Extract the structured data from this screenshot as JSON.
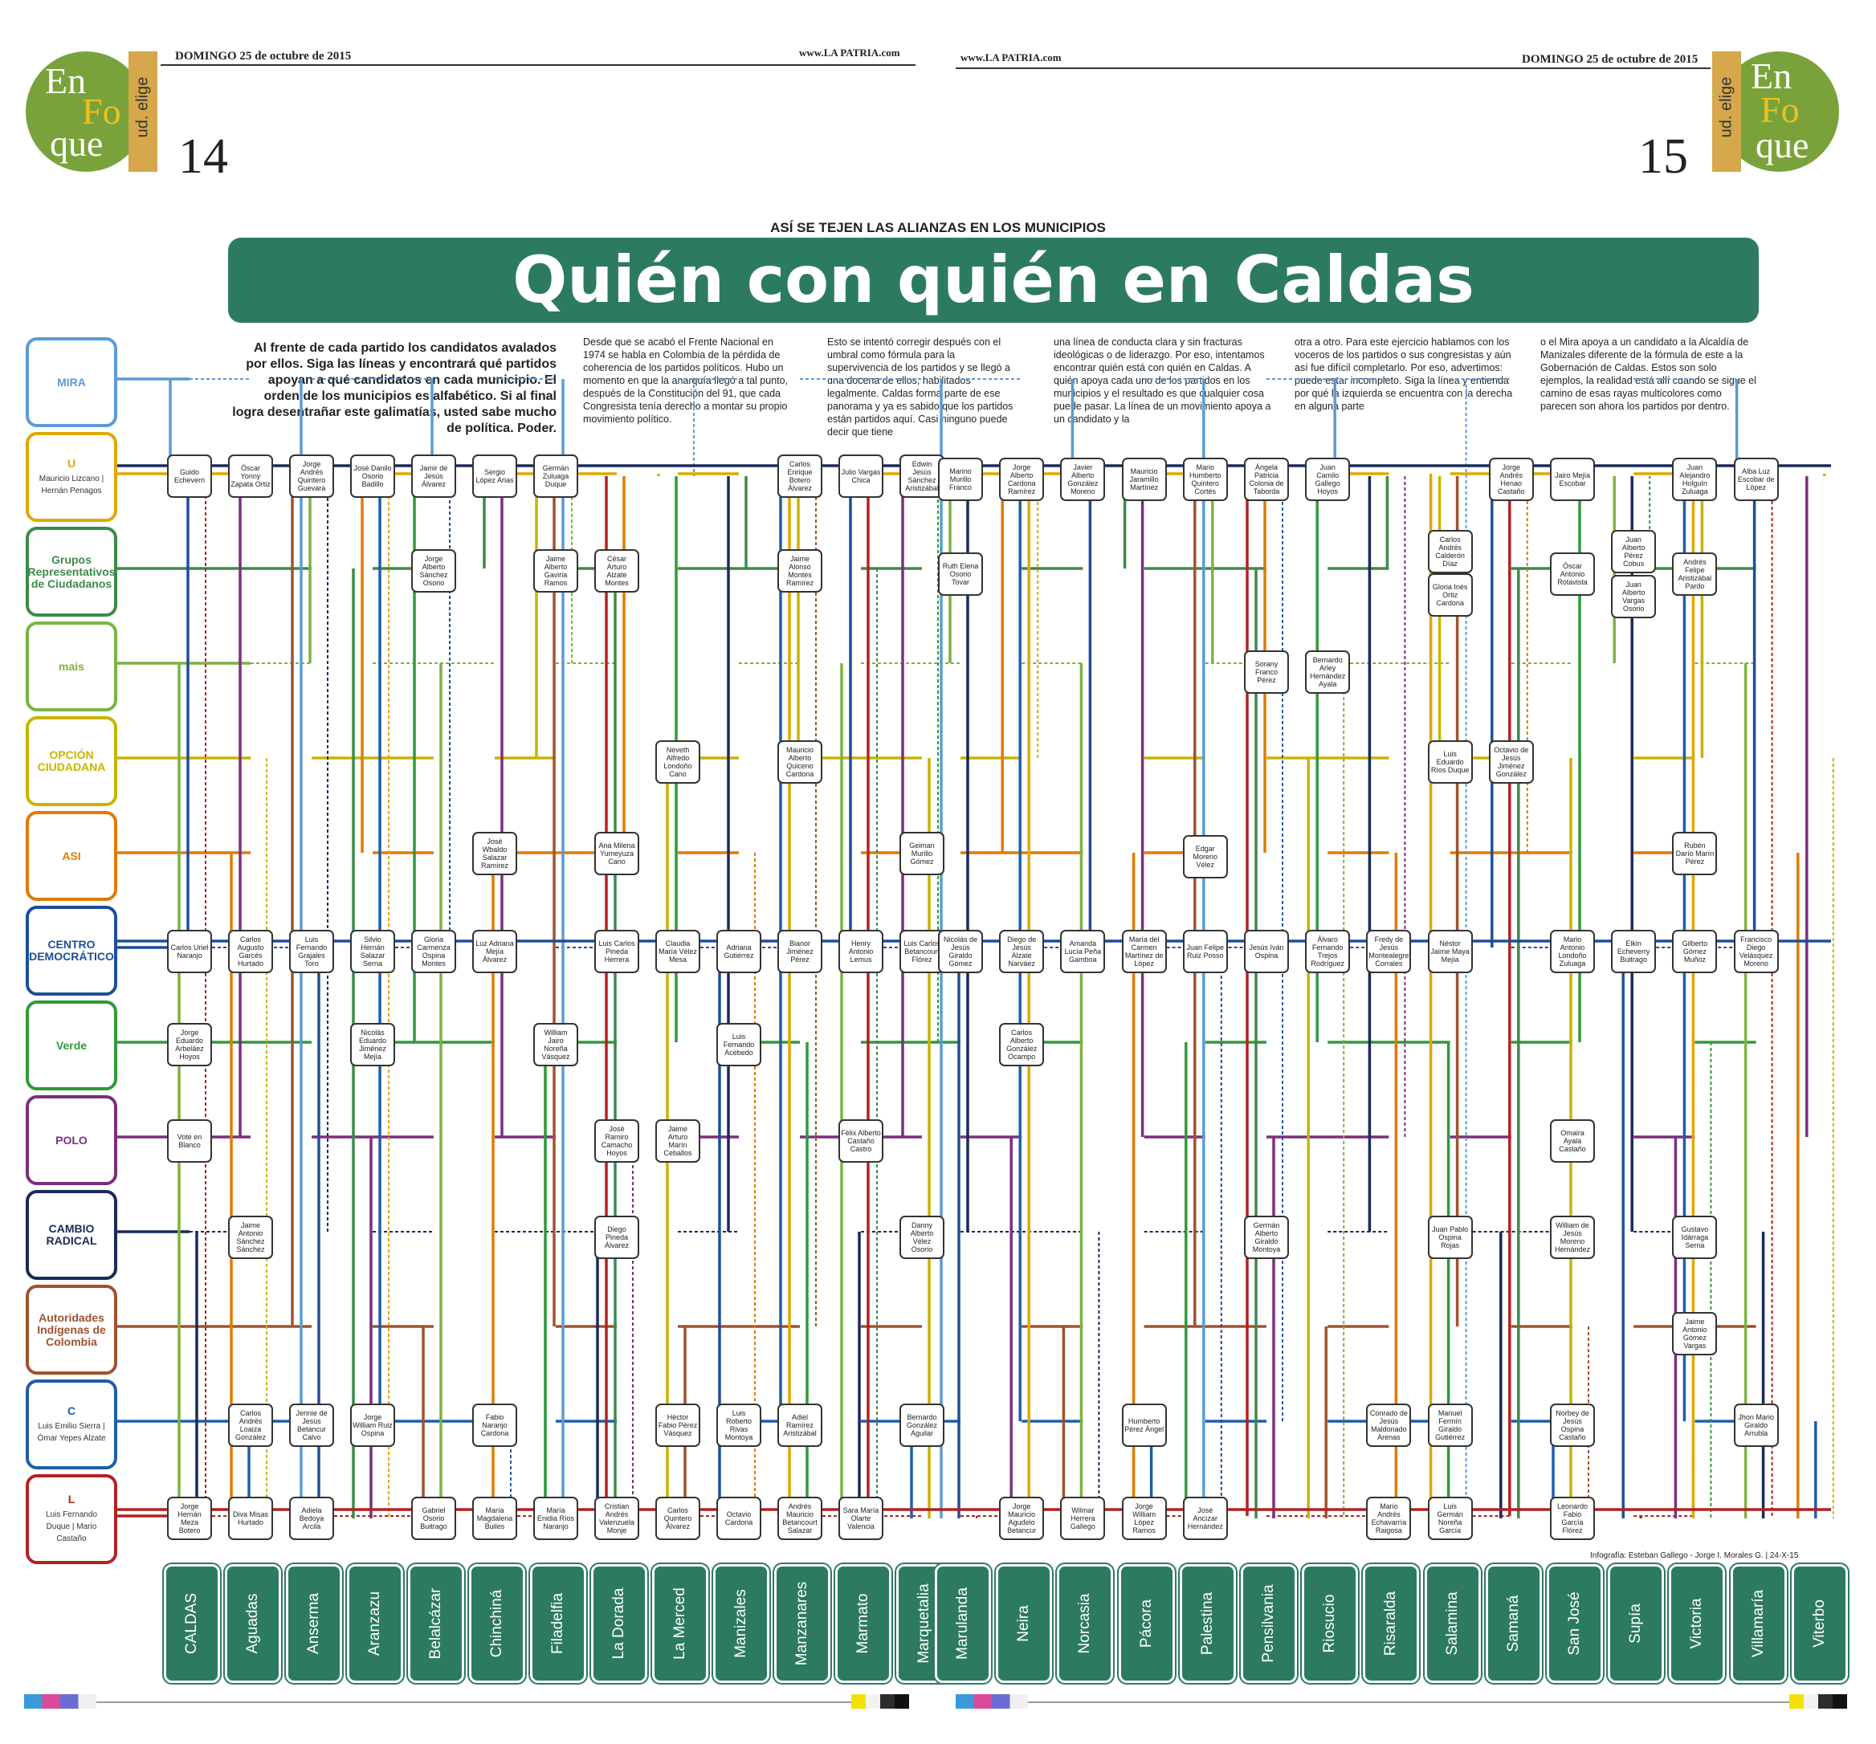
{
  "header": {
    "left_date": "DOMINGO 25 de octubre de 2015",
    "left_site": "www.LA PATRIA.com",
    "right_site": "www.LA PATRIA.com",
    "right_date": "DOMINGO 25 de octubre de 2015",
    "left_page": "14",
    "right_page": "15",
    "badge_line1": "En",
    "badge_line2": "Fo",
    "badge_line3": "que",
    "badge_side": "ud. elige"
  },
  "kicker": "ASÍ SE TEJEN LAS ALIANZAS EN LOS MUNICIPIOS",
  "headline": "Quién con quién en Caldas",
  "intro": "Al frente de cada partido los candidatos avalados por ellos. Siga las líneas y encontrará qué partidos apoyan a qué candidatos en cada municipio. El orden de los municipios es alfabético. Si al final logra desentrañar este galimatías, usted sabe mucho de política. Poder.",
  "columns": [
    "Desde que se acabó el Frente Nacional en 1974 se habla en Colombia de la pérdida de coherencia de los partidos políticos. Hubo un momento en que la anarquía llegó a tal punto, después de la Constitución del 91, que cada Congresista tenía derecho a montar su propio movimiento político.",
    "Esto se intentó corregir después con el umbral como fórmula para la supervivencia de los partidos y se llegó a una docena de ellos, habilitados legalmente. Caldas forma parte de ese panorama y ya es sabido que los partidos están partidos aquí. Casi ninguno puede decir que tiene",
    "una línea de conducta clara y sin fracturas ideológicas o de liderazgo. Por eso, intentamos encontrar quién está con quién en Caldas. A quién apoya cada uno de los partidos en los municipios y el resultado es que cualquier cosa puede pasar. La línea de un movimiento apoya a un candidato y la",
    "otra a otro. Para este ejercicio hablamos con los voceros de los partidos o sus congresistas y aún así fue difícil completarlo. Por eso, advertimos: puede estar incompleto. Siga la línea y entienda por qué la izquierda se encuentra con la derecha en alguna parte",
    "o el Mira apoya a un candidato a la Alcaldía de Manizales diferente de la fórmula de este a la Gobernación de Caldas. Estos son solo ejemplos, la realidad está allí cuando se sigue el camino de esas rayas multicolores como parecen son ahora los partidos por dentro."
  ],
  "parties": [
    {
      "id": "mira",
      "label": "MIRA",
      "color": "#5b9bd5"
    },
    {
      "id": "u",
      "label": "U",
      "sub": "Mauricio Lizcano | Hernán Penagos",
      "color": "#e0a800"
    },
    {
      "id": "grupos",
      "label": "Grupos Representativos de Ciudadanos",
      "color": "#3d8a4a"
    },
    {
      "id": "mais",
      "label": "mais",
      "color": "#7cb342"
    },
    {
      "id": "opcion",
      "label": "OPCIÓN CIUDADANA",
      "color": "#c8b400"
    },
    {
      "id": "asi",
      "label": "ASI",
      "color": "#e07b00"
    },
    {
      "id": "centro",
      "label": "CENTRO DEMOCRÁTICO",
      "color": "#1f4e9a"
    },
    {
      "id": "verde",
      "label": "Verde",
      "color": "#2e9a3a"
    },
    {
      "id": "polo",
      "label": "POLO",
      "color": "#7b2f7f"
    },
    {
      "id": "cambio",
      "label": "CAMBIO RADICAL",
      "color": "#1a2a5a"
    },
    {
      "id": "aico",
      "label": "Autoridades Indígenas de Colombia",
      "color": "#a0522d"
    },
    {
      "id": "conservador",
      "label": "C",
      "sub": "Luis Emilio Sierra | Ómar Yepes Alzate",
      "color": "#1e5fa8"
    },
    {
      "id": "liberal",
      "label": "L",
      "sub": "Luis Fernando Duque | Mario Castaño",
      "color": "#b22222"
    }
  ],
  "municipios": [
    "CALDAS",
    "Aguadas",
    "Anserma",
    "Aranzazu",
    "Belalcázar",
    "Chinchiná",
    "Filadelfia",
    "La Dorada",
    "La Merced",
    "Manizales",
    "Manzanares",
    "Marmato",
    "Marquetalia",
    "Marulanda",
    "Neira",
    "Norcasia",
    "Pácora",
    "Palestina",
    "Pensilvania",
    "Riosucio",
    "Risaralda",
    "Salamina",
    "Samaná",
    "San José",
    "Supía",
    "Victoria",
    "Villamaría",
    "Viterbo"
  ],
  "candidates": [
    {
      "n": "Guido Echeverri"
    },
    {
      "n": "Óscar Yonny Zapata Ortiz"
    },
    {
      "n": "Jorge Andrés Quintero Guevara"
    },
    {
      "n": "José Danilo Osorio Badillo"
    },
    {
      "n": "Jamir de Jesús Álvarez"
    },
    {
      "n": "Sergio López Arias"
    },
    {
      "n": "Germán Zuluaga Duque"
    },
    {
      "n": "Carlos Enrique Botero Álvarez"
    },
    {
      "n": "Julio Vargas Chica"
    },
    {
      "n": "Edwin Jesús Sánchez Aristizábal"
    },
    {
      "n": "Marino Murillo Franco"
    },
    {
      "n": "Jorge Alberto Cardona Ramírez"
    },
    {
      "n": "Javier Alberto González Moreno"
    },
    {
      "n": "Mauricio Jaramillo Martínez"
    },
    {
      "n": "Mario Humberto Quintero Cortés"
    },
    {
      "n": "Ángela Patricia Colonia de Taborda"
    },
    {
      "n": "Juan Camilo Gallego Hoyos"
    },
    {
      "n": "Jorge Andrés Henao Castaño"
    },
    {
      "n": "Jairo Mejía Escobar"
    },
    {
      "n": "Juan Alejandro Holguín Zuluaga"
    },
    {
      "n": "Alba Luz Escobar de López"
    },
    {
      "n": "Jorge Alberto Sánchez Osorio"
    },
    {
      "n": "Jaime Alberto Gaviria Ramos"
    },
    {
      "n": "César Arturo Alzate Montes"
    },
    {
      "n": "Jaime Alonso Montes Ramírez"
    },
    {
      "n": "Ruth Elena Osorio Tovar"
    },
    {
      "n": "Carlos Andrés Calderón Díaz"
    },
    {
      "n": "Gloria Inés Ortiz Cardona"
    },
    {
      "n": "Óscar Antonio Rotavista"
    },
    {
      "n": "Juan Alberto Pérez Cobus"
    },
    {
      "n": "Juan Alberto Vargas Osorio"
    },
    {
      "n": "Andrés Felipe Aristizábal Pardo"
    },
    {
      "n": "Sorany Franco Pérez"
    },
    {
      "n": "Bernardo Arley Hernández Ayala"
    },
    {
      "n": "Neveth Alfredo Londoño Cano"
    },
    {
      "n": "Mauricio Alberto Quiceno Cardona"
    },
    {
      "n": "Luis Eduardo Ríos Duque"
    },
    {
      "n": "Octavio de Jesús Jiménez González"
    },
    {
      "n": "José Wbaldo Salazar Ramírez"
    },
    {
      "n": "Ana Milena Yumeyuza Cano"
    },
    {
      "n": "Geiman Murillo Gómez"
    },
    {
      "n": "Edgar Moreno Vélez"
    },
    {
      "n": "Rubén Darío Marín Pérez"
    },
    {
      "n": "Carlos Uriel Naranjo"
    },
    {
      "n": "Carlos Augusto Garcés Hurtado"
    },
    {
      "n": "Luis Fernando Grajales Toro"
    },
    {
      "n": "Silvio Hernán Salazar Serna"
    },
    {
      "n": "Gloria Carmenza Ospina Montes"
    },
    {
      "n": "Luz Adriana Mejía Álvarez"
    },
    {
      "n": "Luis Carlos Pineda Herrera"
    },
    {
      "n": "Claudia María Vélez Mesa"
    },
    {
      "n": "Adriana Gutiérrez"
    },
    {
      "n": "Bianor Jiménez Pérez"
    },
    {
      "n": "Henry Antonio Lemus"
    },
    {
      "n": "Luis Carlos Betancourt Flórez"
    },
    {
      "n": "Nicolás de Jesús Giraldo Gómez"
    },
    {
      "n": "Diego de Jesús Alzate Narváez"
    },
    {
      "n": "Amanda Lucía Peña Gamboa"
    },
    {
      "n": "María del Carmen Martínez de López"
    },
    {
      "n": "Juan Felipe Ruiz Posso"
    },
    {
      "n": "Jesús Iván Ospina"
    },
    {
      "n": "Álvaro Fernando Trejos Rodríguez"
    },
    {
      "n": "Fredy de Jesús Montealegre Corrales"
    },
    {
      "n": "Néstor Jaime Maya Mejía"
    },
    {
      "n": "Mario Antonio Londoño Zuluaga"
    },
    {
      "n": "Elkin Echeverry Buitrago"
    },
    {
      "n": "Gilberto Gómez Muñoz"
    },
    {
      "n": "Francisco Diego Velásquez Moreno"
    },
    {
      "n": "Jorge Eduardo Arbeláez Hoyos"
    },
    {
      "n": "Nicolás Eduardo Jiménez Mejía"
    },
    {
      "n": "William Jairo Noreña Vásquez"
    },
    {
      "n": "Luis Fernando Acebedo"
    },
    {
      "n": "Carlos Alberto González Ocampo"
    },
    {
      "n": "Vote en Blanco"
    },
    {
      "n": "José Ramiro Camacho Hoyos"
    },
    {
      "n": "Jaime Arturo Marín Ceballos"
    },
    {
      "n": "Félix Alberto Castaño Castro"
    },
    {
      "n": "Omaira Ayala Castaño"
    },
    {
      "n": "Jaime Antonio Sánchez Sánchez"
    },
    {
      "n": "Diego Pineda Álvarez"
    },
    {
      "n": "Danny Alberto Vélez Osorio"
    },
    {
      "n": "Germán Alberto Giraldo Montoya"
    },
    {
      "n": "Juan Pablo Ospina Rojas"
    },
    {
      "n": "William de Jesús Moreno Hernández"
    },
    {
      "n": "Gustavo Idárraga Serna"
    },
    {
      "n": "Jaime Antonio Gómez Vargas"
    },
    {
      "n": "Carlos Andrés Loaiza González"
    },
    {
      "n": "Jennie de Jesús Betancur Calvo"
    },
    {
      "n": "Jorge William Ruiz Ospina"
    },
    {
      "n": "Fabio Naranjo Cardona"
    },
    {
      "n": "Héctor Fabio Pérez Vásquez"
    },
    {
      "n": "Luis Roberto Rivas Montoya"
    },
    {
      "n": "Adiel Ramírez Aristizábal"
    },
    {
      "n": "Bernardo González Aguilar"
    },
    {
      "n": "Humberto Pérez Ángel"
    },
    {
      "n": "Conrado de Jesús Maldonado Arenas"
    },
    {
      "n": "Manuel Fermín Giraldo Gutiérrez"
    },
    {
      "n": "Norbey de Jesús Ospina Castaño"
    },
    {
      "n": "Jhon Mario Giraldo Arrubla"
    },
    {
      "n": "Jorge Hernán Meza Botero"
    },
    {
      "n": "Diva Misas Hurtado"
    },
    {
      "n": "Adiela Bedoya Arcila"
    },
    {
      "n": "Gabriel Osorio Buitrago"
    },
    {
      "n": "María Magdalena Builes"
    },
    {
      "n": "María Enidia Ríos Naranjo"
    },
    {
      "n": "Cristian Andrés Valenzuela Monje"
    },
    {
      "n": "Carlos Quintero Álvarez"
    },
    {
      "n": "Octavio Cardona"
    },
    {
      "n": "Andrés Mauricio Betancourt Salazar"
    },
    {
      "n": "Sara María Olarte Valencia"
    },
    {
      "n": "Jorge Mauricio Agudelo Betancur"
    },
    {
      "n": "Wilmar Herrera Gallego"
    },
    {
      "n": "Jorge William López Ramos"
    },
    {
      "n": "José Ancízar Hernández"
    },
    {
      "n": "Mario Andrés Echavarría Raigosa"
    },
    {
      "n": "Luis Germán Noreña García"
    },
    {
      "n": "Leonardo Fabio García Flórez"
    }
  ],
  "credit": "Infografía: Esteban Gallego - Jorge I. Morales G. | 24-X-15"
}
